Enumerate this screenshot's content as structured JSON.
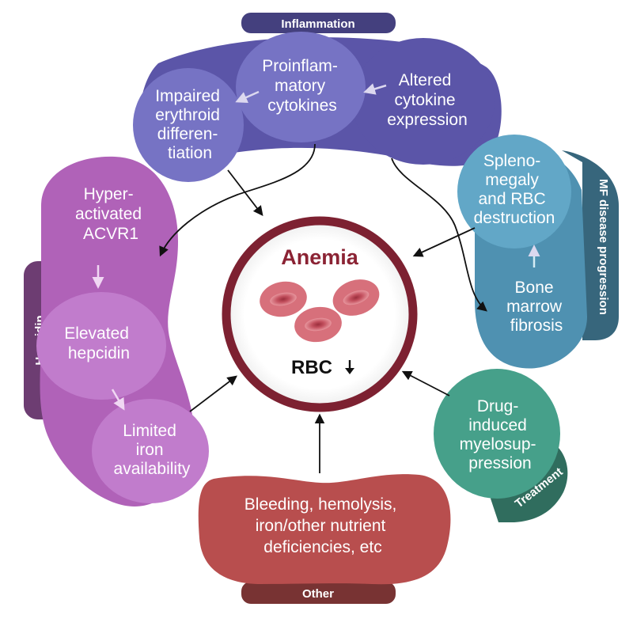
{
  "colors": {
    "inflammation": "#5b55a8",
    "inflammation_light": "#7673c4",
    "mf": "#4f91b1",
    "mf_light": "#62a7c7",
    "hepcidin": "#b062b8",
    "hepcidin_light": "#c17ccc",
    "other": "#b84e4e",
    "treatment": "#46a08a",
    "center_ring": "#7d2131",
    "rbc": "#d7707b"
  },
  "center": {
    "title": "Anemia",
    "rbc_label": "RBC",
    "rbc_arrow_icon": "down-arrow-icon"
  },
  "groups": {
    "inflammation": "Inflammation",
    "mf": "MF disease progression",
    "hepcidin": "Hepcidin",
    "other": "Other",
    "treatment": "Treatment"
  },
  "nodes": {
    "impaired_erythroid": [
      "Impaired",
      "erythroid",
      "differen-",
      "tiation"
    ],
    "proinflammatory": [
      "Proinflam-",
      "matory",
      "cytokines"
    ],
    "altered_cytokine": [
      "Altered",
      "cytokine",
      "expression"
    ],
    "splenomegaly": [
      "Spleno-",
      "megaly",
      "and RBC",
      "destruction"
    ],
    "bone_marrow": [
      "Bone",
      "marrow",
      "fibrosis"
    ],
    "hyperactivated": [
      "Hyper-",
      "activated",
      "ACVR1"
    ],
    "elevated_hepcidin": [
      "Elevated",
      "hepcidin"
    ],
    "limited_iron": [
      "Limited",
      "iron",
      "availability"
    ],
    "bleeding": [
      "Bleeding, hemolysis,",
      "iron/other nutrient",
      "deficiencies, etc"
    ],
    "drug_induced": [
      "Drug-",
      "induced",
      "myelosup-",
      "pression"
    ]
  }
}
